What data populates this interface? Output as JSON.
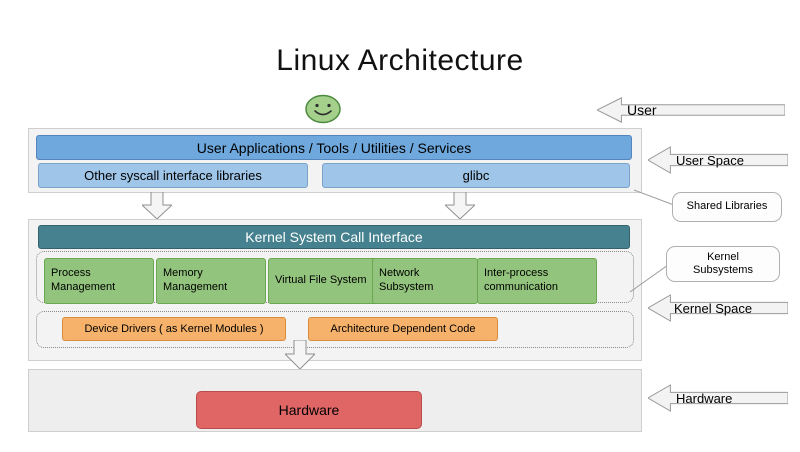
{
  "title": "Linux Architecture",
  "user_space": {
    "apps_bar": "User Applications / Tools / Utilities / Services",
    "other_libs": "Other syscall interface libraries",
    "glibc": "glibc"
  },
  "kernel": {
    "syscall_interface": "Kernel System Call Interface",
    "subsystems": [
      "Process Management",
      "Memory Management",
      "Virtual File System",
      "Network Subsystem",
      "Inter-process communication"
    ],
    "modules": [
      "Device Drivers ( as Kernel Modules )",
      "Architecture Dependent Code"
    ]
  },
  "hardware": {
    "label": "Hardware"
  },
  "callouts": {
    "user": "User",
    "user_space": "User Space",
    "shared_libraries": "Shared Libraries",
    "kernel_subsystems": "Kernel Subsystems",
    "kernel_space": "Kernel Space",
    "hardware": "Hardware"
  },
  "colors": {
    "apps_bar": "#6fa8dc",
    "library_box": "#9fc5e8",
    "syscall_bar": "#45818e",
    "subsystem_box": "#93c47d",
    "module_box": "#f6b26b",
    "hardware_box": "#e06666",
    "container": "#f3f3f3"
  },
  "icons": {
    "smiley": "user-smiley-face"
  }
}
